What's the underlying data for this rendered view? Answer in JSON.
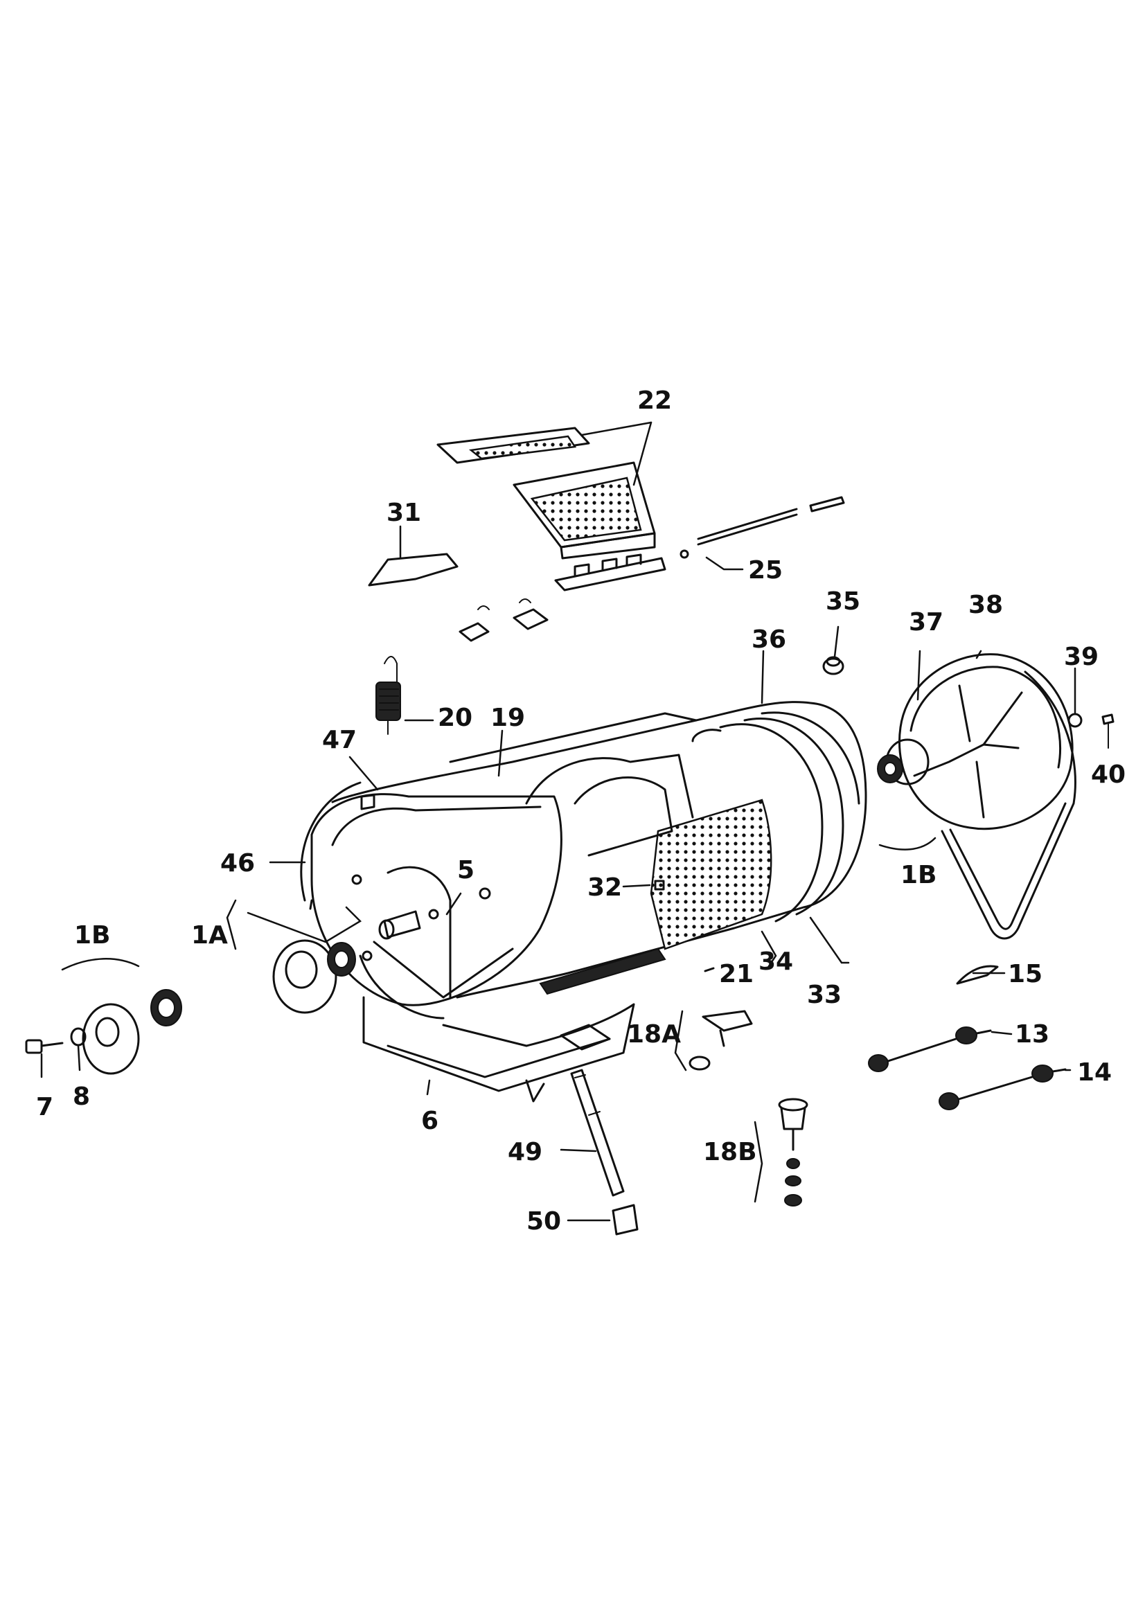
{
  "callouts": {
    "c22": "22",
    "c31": "31",
    "c25": "25",
    "c35": "35",
    "c36": "36",
    "c37": "37",
    "c38": "38",
    "c39": "39",
    "c40": "40",
    "c20": "20",
    "c19": "19",
    "c47": "47",
    "c46": "46",
    "c5": "5",
    "c1A": "1A",
    "c1B_left": "1B",
    "c32": "32",
    "c1B_right": "1B",
    "c34": "34",
    "c21": "21",
    "c33": "33",
    "c15": "15",
    "c13": "13",
    "c14": "14",
    "c18A": "18A",
    "c7": "7",
    "c8": "8",
    "c6": "6",
    "c49": "49",
    "c18B": "18B",
    "c50": "50"
  }
}
